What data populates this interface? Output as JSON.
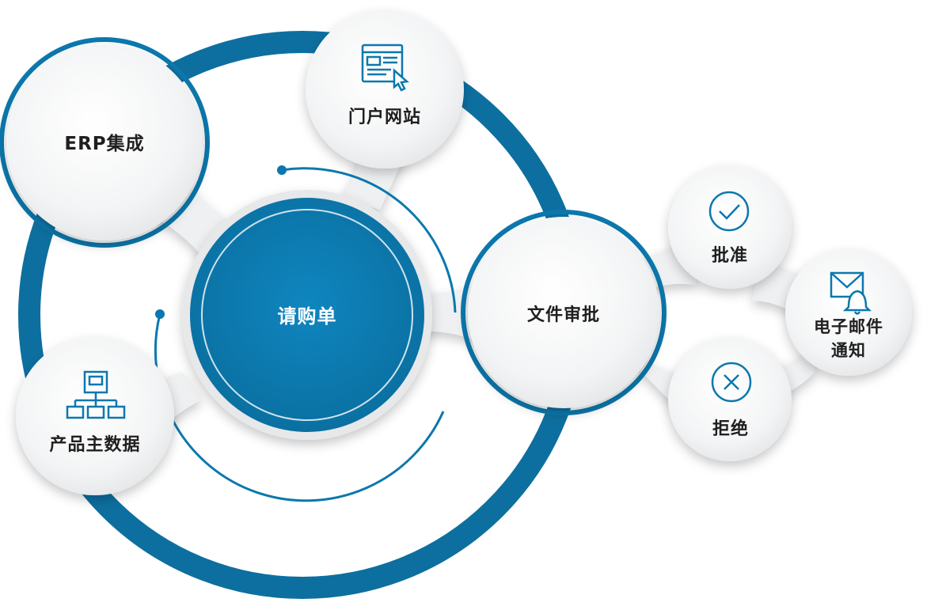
{
  "diagram": {
    "center": {
      "label": "请购单"
    },
    "erp": {
      "label": "ERP集成"
    },
    "portal": {
      "label": "门户网站",
      "icon": "web-pointer-icon"
    },
    "master_data": {
      "label": "产品主数据",
      "icon": "hierarchy-icon"
    },
    "review": {
      "label": "文件审批"
    },
    "approve": {
      "label": "批准",
      "icon": "check-circle-icon"
    },
    "reject": {
      "label": "拒绝",
      "icon": "x-circle-icon"
    },
    "email": {
      "line1": "电子邮件",
      "line2": "通知",
      "icon": "mail-bell-icon"
    }
  },
  "colors": {
    "primary_blue": "#0b78ad",
    "node_fill": "#f2f3f4",
    "ring_blue": "#0d6f9f",
    "text": "#1f1f1f"
  }
}
